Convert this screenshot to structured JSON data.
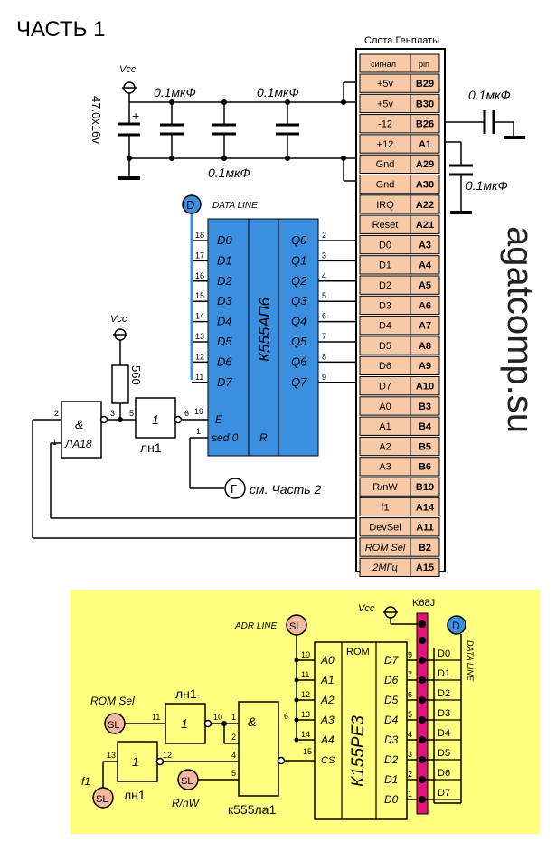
{
  "title": "ЧАСТЬ 1",
  "website": "agatcomp.su",
  "slot": {
    "title": "Слота Генплаты",
    "header_signal": "сигнал",
    "header_pin": "pin",
    "rows": [
      {
        "signal": "+5v",
        "pin": "B29"
      },
      {
        "signal": "+5v",
        "pin": "B30"
      },
      {
        "signal": "-12",
        "pin": "B26"
      },
      {
        "signal": "+12",
        "pin": "A1"
      },
      {
        "signal": "Gnd",
        "pin": "A29"
      },
      {
        "signal": "Gnd",
        "pin": "A30"
      },
      {
        "signal": "IRQ",
        "pin": "A22"
      },
      {
        "signal": "Reset",
        "pin": "A21"
      },
      {
        "signal": "D0",
        "pin": "A3"
      },
      {
        "signal": "D1",
        "pin": "A4"
      },
      {
        "signal": "D2",
        "pin": "A5"
      },
      {
        "signal": "D3",
        "pin": "A6"
      },
      {
        "signal": "D4",
        "pin": "A7"
      },
      {
        "signal": "D5",
        "pin": "A8"
      },
      {
        "signal": "D6",
        "pin": "A9"
      },
      {
        "signal": "D7",
        "pin": "A10"
      },
      {
        "signal": "A0",
        "pin": "B3"
      },
      {
        "signal": "A1",
        "pin": "B4"
      },
      {
        "signal": "A2",
        "pin": "B5"
      },
      {
        "signal": "A3",
        "pin": "B6"
      },
      {
        "signal": "R/nW",
        "pin": "B19"
      },
      {
        "signal": "f1",
        "pin": "A14"
      },
      {
        "signal": "DevSel",
        "pin": "A11"
      },
      {
        "signal": "ROM Sel",
        "pin": "B2"
      },
      {
        "signal": "2МГц",
        "pin": "A15"
      }
    ]
  },
  "power": {
    "vcc": "Vcc",
    "cap_label": "0.1мкФ",
    "electrolytic_label": "47.0x16v",
    "plus": "+"
  },
  "buffer": {
    "name": "К555АП6",
    "d_labels": [
      "D0",
      "D1",
      "D2",
      "D3",
      "D4",
      "D5",
      "D6",
      "D7"
    ],
    "d_pins": [
      "18",
      "17",
      "16",
      "15",
      "14",
      "13",
      "12",
      "11"
    ],
    "q_labels": [
      "Q0",
      "Q1",
      "Q2",
      "Q3",
      "Q4",
      "Q5",
      "Q6",
      "Q7"
    ],
    "q_pins": [
      "2",
      "3",
      "4",
      "5",
      "6",
      "7",
      "8",
      "9"
    ],
    "e_label": "E",
    "e_pin": "19",
    "sed_label": "sed 0",
    "sed_pin": "1",
    "r_label": "R"
  },
  "data_line": {
    "marker": "D",
    "label": "DATA LINE"
  },
  "gates_top": {
    "nand_symbol": "&",
    "nand_name": "ЛА18",
    "nand_pin_in1": "2",
    "nand_pin_in2": "1",
    "nand_pin_out": "3",
    "inv_symbol": "1",
    "inv_name": "лн1",
    "inv_pin_in": "5",
    "inv_pin_out": "6",
    "resistor": "560",
    "vcc": "Vcc"
  },
  "ref_part2": {
    "marker": "Г",
    "text": "см. Часть 2"
  },
  "rom": {
    "name": "К155РЕ3",
    "label_rom": "ROM",
    "a_labels": [
      "A0",
      "A1",
      "A2",
      "A3",
      "A4"
    ],
    "a_pins": [
      "10",
      "11",
      "12",
      "13",
      "14"
    ],
    "cs_label": "CS",
    "cs_pin": "15",
    "d_out_labels": [
      "D7",
      "D6",
      "D5",
      "D4",
      "D3",
      "D2",
      "D1",
      "D0"
    ],
    "d_out_pins": [
      "9",
      "7",
      "6",
      "5",
      "4",
      "3",
      "2",
      "1"
    ],
    "connector": "K68J",
    "vcc": "Vcc",
    "adr_marker": "SL",
    "adr_label": "ADR LINE",
    "data_marker": "D",
    "data_label": "DATA LINE",
    "data_bus": [
      "D0",
      "D1",
      "D2",
      "D3",
      "D4",
      "D5",
      "D6",
      "D7"
    ]
  },
  "rom_logic": {
    "rom_sel_label": "ROM Sel",
    "f1_label": "f1",
    "rnw_label": "R/nW",
    "sl_marker": "SL",
    "inv1_symbol": "1",
    "inv1_name": "лн1",
    "inv1_pin_in": "11",
    "inv1_pin_out": "10",
    "inv2_symbol": "1",
    "inv2_name": "лн1",
    "inv2_pin_in": "13",
    "inv2_pin_out": "12",
    "nand_symbol": "&",
    "nand_name": "к555ла1",
    "nand_pins_in": [
      "1",
      "2",
      "4",
      "5"
    ],
    "nand_pin_out": "6"
  },
  "colors": {
    "slot_fill": "#f7c9a6",
    "chip_fill": "#3a8fe0",
    "marker_blue": "#3a8fe0",
    "marker_sl": "#f2b8a0",
    "yellow_panel": "#ffff80",
    "connector_fill": "#e0157a"
  }
}
